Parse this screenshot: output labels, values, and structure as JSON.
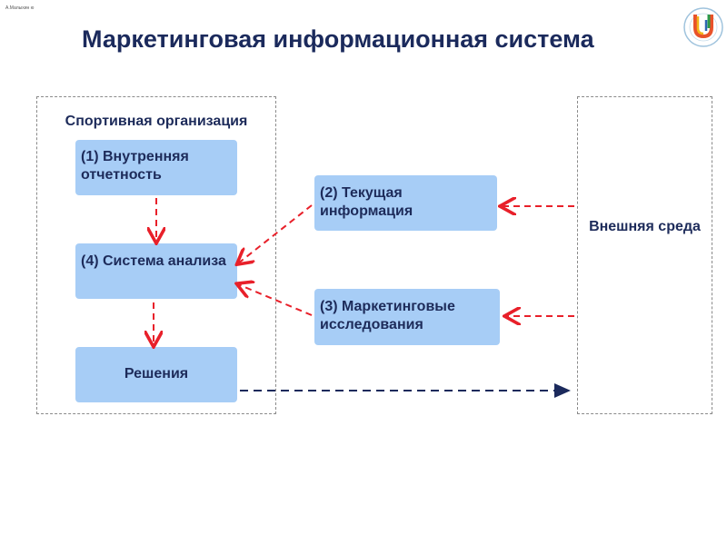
{
  "author": "А.Малыхин ю",
  "title": "Маркетинговая информационная система",
  "org": {
    "label": "Спортивная организация"
  },
  "boxes": {
    "internal": "(1) Внутренняя отчетность",
    "current": "(2) Текущая информация",
    "research": "(3) Маркетинговые исследования",
    "analysis": "(4) Система анализа",
    "decisions": "Решения"
  },
  "env": {
    "label": "Внешняя среда"
  },
  "colors": {
    "box": "#a7cdf6",
    "red_arrow": "#e8202a",
    "navy_arrow": "#1b2a5c"
  }
}
